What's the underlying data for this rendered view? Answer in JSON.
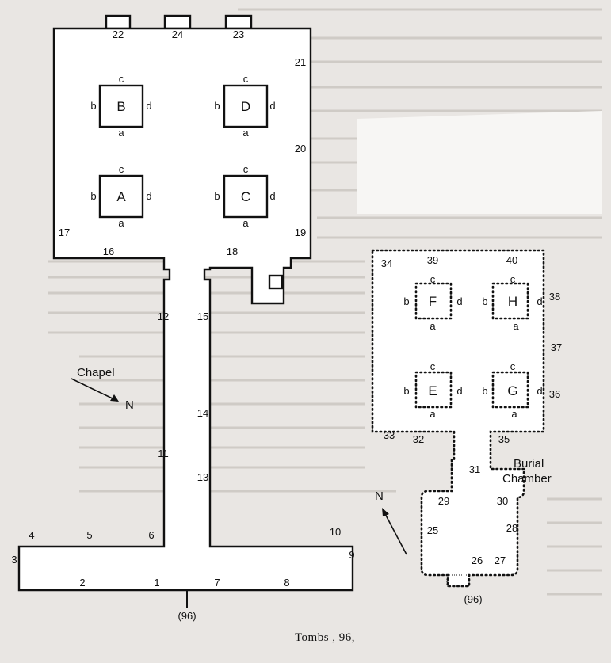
{
  "caption": "Tombs , 96,",
  "chapel": {
    "title": "Chapel",
    "north": "N",
    "pillars": [
      {
        "id": "A",
        "top": "c",
        "left": "b",
        "right": "d",
        "bottom": "a"
      },
      {
        "id": "B",
        "top": "c",
        "left": "b",
        "right": "d",
        "bottom": "a"
      },
      {
        "id": "C",
        "top": "c",
        "left": "b",
        "right": "d",
        "bottom": "a"
      },
      {
        "id": "D",
        "top": "c",
        "left": "b",
        "right": "d",
        "bottom": "a"
      }
    ],
    "wall_numbers": [
      "1",
      "2",
      "3",
      "4",
      "5",
      "6",
      "7",
      "8",
      "9",
      "10",
      "11",
      "12",
      "13",
      "14",
      "15",
      "16",
      "17",
      "18",
      "19",
      "20",
      "21",
      "22",
      "23",
      "24"
    ],
    "tomb_ref": "(96)"
  },
  "burial_chamber": {
    "title_line1": "Burial",
    "title_line2": "Chamber",
    "north": "N",
    "pillars": [
      {
        "id": "E",
        "top": "c",
        "left": "b",
        "right": "d",
        "bottom": "a"
      },
      {
        "id": "F",
        "top": "c",
        "left": "b",
        "right": "d",
        "bottom": "a"
      },
      {
        "id": "G",
        "top": "c",
        "left": "b",
        "right": "d",
        "bottom": "a"
      },
      {
        "id": "H",
        "top": "c",
        "left": "b",
        "right": "d",
        "bottom": "a"
      }
    ],
    "wall_numbers": [
      "25",
      "26",
      "27",
      "28",
      "29",
      "30",
      "31",
      "32",
      "33",
      "34",
      "35",
      "36",
      "37",
      "38",
      "39",
      "40"
    ],
    "tomb_ref": "(96)"
  }
}
